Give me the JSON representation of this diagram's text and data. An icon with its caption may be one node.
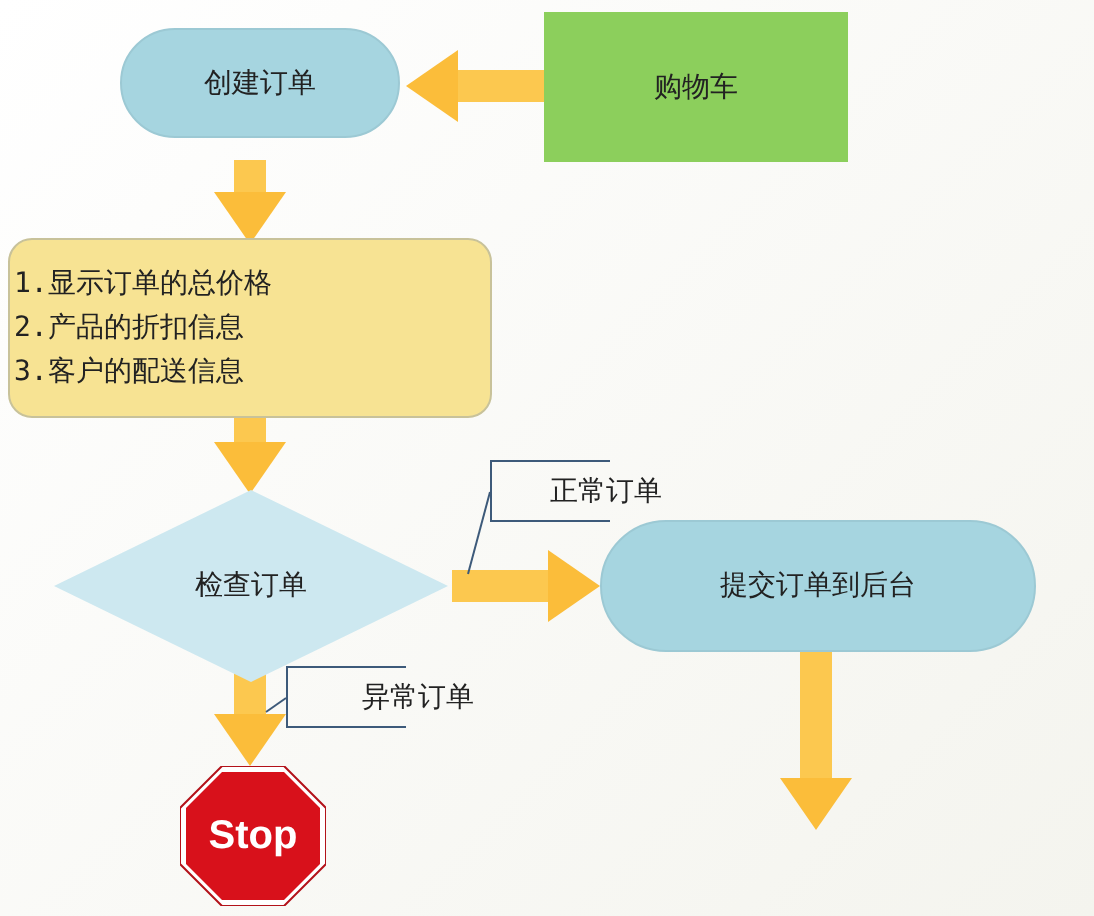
{
  "diagram": {
    "nodes": [
      {
        "text": [
          "创建订单"
        ]
      },
      {
        "text": [
          "购物车"
        ]
      },
      {
        "text": [
          "1.显示订单的总价格",
          "2.产品的折扣信息",
          "3.客户的配送信息"
        ]
      },
      {
        "text": [
          "检查订单"
        ]
      },
      {
        "text": [
          "提交订单到后台"
        ]
      },
      {
        "text": [
          "Stop"
        ]
      },
      {
        "text": [
          "正常订单"
        ]
      },
      {
        "text": [
          "异常订单"
        ]
      }
    ],
    "edges": [
      {
        "from": 1,
        "to": 0,
        "arrow": "to"
      },
      {
        "from": 0,
        "to": 2,
        "arrow": "to"
      },
      {
        "from": 2,
        "to": 3,
        "arrow": "to"
      },
      {
        "from": 3,
        "to": 4,
        "arrow": "to"
      },
      {
        "from": 3,
        "to": 5,
        "arrow": "to"
      },
      {
        "from": 4,
        "to": null,
        "arrow": "to"
      },
      {
        "from": 6,
        "to": null,
        "arrow": "none",
        "color": "#3d5a7a"
      },
      {
        "from": 7,
        "to": null,
        "arrow": "none",
        "color": "#3d5a7a"
      }
    ]
  }
}
